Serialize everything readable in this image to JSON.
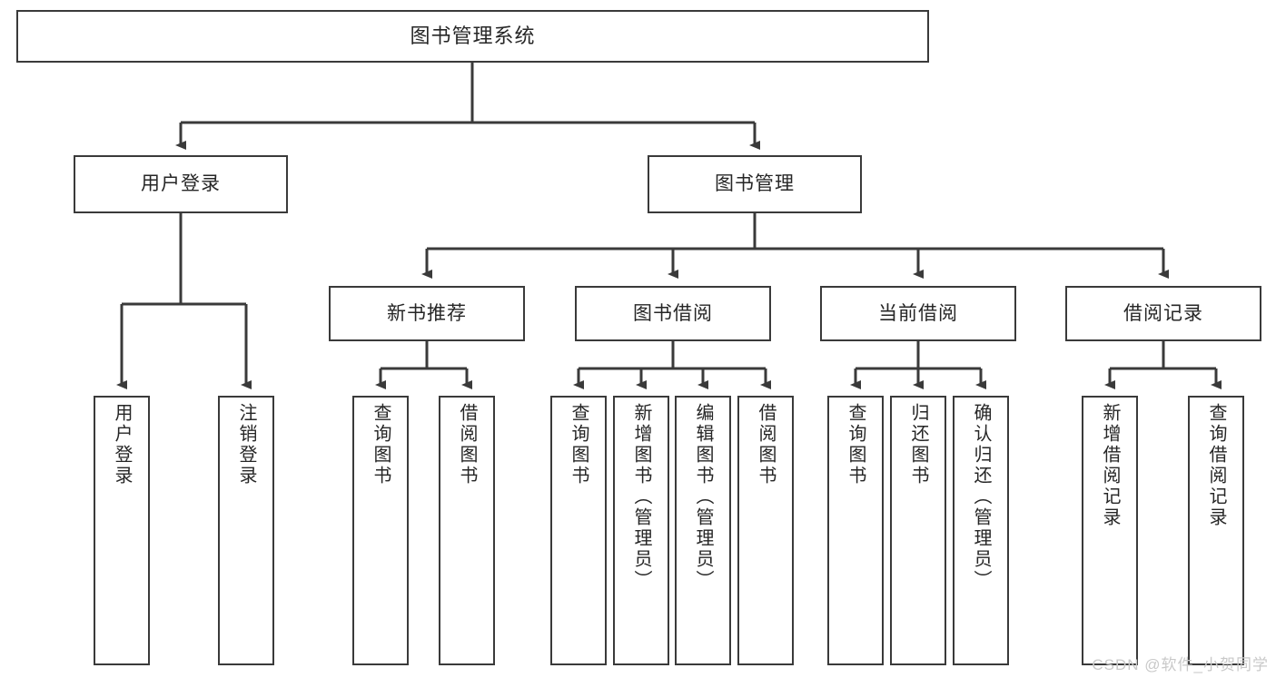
{
  "diagram": {
    "type": "tree",
    "title": "图书管理系统",
    "orientation": "top-down",
    "watermark": "CSDN @软件_小贺同学",
    "colors": {
      "node_border": "#3a3a3a",
      "node_fill": "#ffffff",
      "connector": "#3a3a3a",
      "text": "#262626",
      "watermark": "#c9c9c9"
    },
    "root": {
      "label": "图书管理系统"
    },
    "level1": [
      {
        "label": "用户登录"
      },
      {
        "label": "图书管理"
      }
    ],
    "level2": [
      {
        "label": "新书推荐",
        "parent": "图书管理"
      },
      {
        "label": "图书借阅",
        "parent": "图书管理"
      },
      {
        "label": "当前借阅",
        "parent": "图书管理"
      },
      {
        "label": "借阅记录",
        "parent": "图书管理"
      }
    ],
    "leaves": {
      "用户登录": [
        {
          "label": "用户登录"
        },
        {
          "label": "注销登录"
        }
      ],
      "新书推荐": [
        {
          "label": "查询图书"
        },
        {
          "label": "借阅图书"
        }
      ],
      "图书借阅": [
        {
          "label": "查询图书"
        },
        {
          "label": "新增图书（管理员）"
        },
        {
          "label": "编辑图书（管理员）"
        },
        {
          "label": "借阅图书"
        }
      ],
      "当前借阅": [
        {
          "label": "查询图书"
        },
        {
          "label": "归还图书"
        },
        {
          "label": "确认归还（管理员）"
        }
      ],
      "借阅记录": [
        {
          "label": "新增借阅记录"
        },
        {
          "label": "查询借阅记录"
        }
      ]
    }
  }
}
